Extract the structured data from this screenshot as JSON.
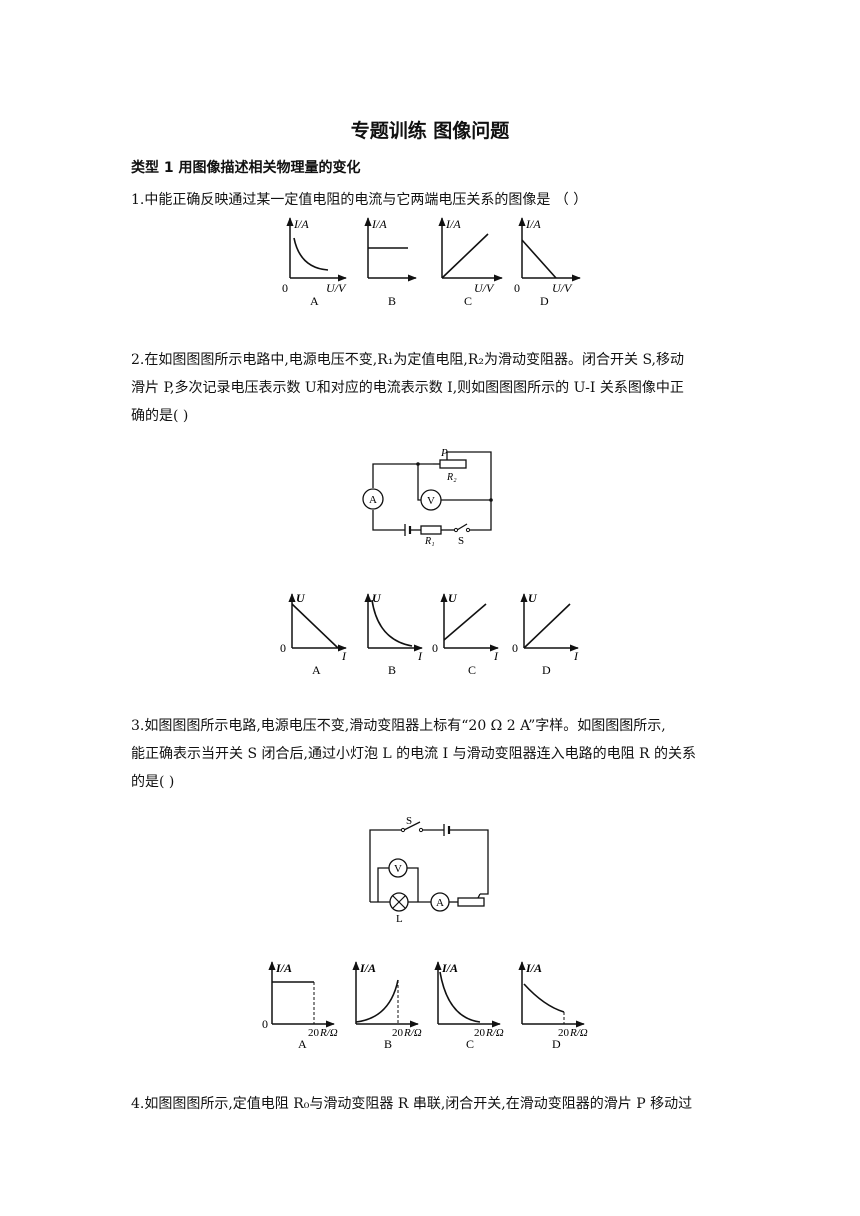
{
  "title": "专题训练 图像问题",
  "section": "类型 1    用图像描述相关物理量的变化",
  "q1": {
    "text": "1.中能正确反映通过某一定值电阻的电流与它两端电压关系的图像是    （    ）",
    "graph_y_label": "I/A",
    "graph_x_label": "U/V",
    "origin": "0",
    "options": [
      "A",
      "B",
      "C",
      "D"
    ]
  },
  "q2": {
    "lines": [
      "2.在如图图图所示电路中,电源电压不变,R₁为定值电阻,R₂为滑动变阻器。闭合开关 S,移动",
      "滑片 P,多次记录电压表示数 U和对应的电流表示数 I,则如图图图所示的 U-I 关系图像中正",
      "确的是(    )"
    ],
    "circuit": {
      "ammeter": "A",
      "voltmeter": "V",
      "slider": "P",
      "r2": "R₂",
      "r1": "R₁",
      "switch": "S"
    },
    "graph_y_label": "U",
    "graph_x_label": "I",
    "origin": "0",
    "options": [
      "A",
      "B",
      "C",
      "D"
    ]
  },
  "q3": {
    "lines": [
      "3.如图图图所示电路,电源电压不变,滑动变阻器上标有“20 Ω    2 A”字样。如图图图所示,",
      "能正确表示当开关 S 闭合后,通过小灯泡 L 的电流 I 与滑动变阻器连入电路的电阻 R 的关系",
      "的是(    )"
    ],
    "circuit": {
      "switch": "S",
      "voltmeter": "V",
      "ammeter": "A",
      "lamp": "L"
    },
    "graph_y_label": "I/A",
    "graph_x_label": "R/Ω",
    "x_tick": "20",
    "origin": "0",
    "options": [
      "A",
      "B",
      "C",
      "D"
    ]
  },
  "q4": {
    "text": "4.如图图图所示,定值电阻 R₀与滑动变阻器 R 串联,闭合开关,在滑动变阻器的滑片 P 移动过"
  }
}
